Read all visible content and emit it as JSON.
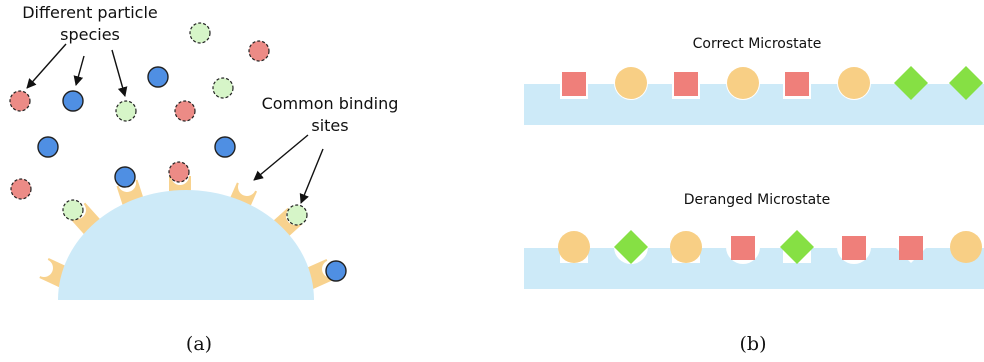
{
  "panel_a": {
    "species_label_line1": "Different particle",
    "species_label_line2": "species",
    "binding_label_line1": "Common binding",
    "binding_label_line2": "sites",
    "caption": "(a)"
  },
  "panel_b": {
    "correct_title": "Correct Microstate",
    "deranged_title": "Deranged Microstate",
    "caption": "(b)",
    "correct_sequence": [
      "square",
      "circle",
      "square",
      "circle",
      "square",
      "circle",
      "diamond",
      "diamond"
    ],
    "correct_sites": [
      "square",
      "circle",
      "square",
      "circle",
      "square",
      "circle",
      "diamond",
      "diamond"
    ],
    "deranged_sequence": [
      "circle",
      "diamond",
      "circle",
      "square",
      "diamond",
      "square",
      "square",
      "circle"
    ],
    "deranged_sites": [
      "square",
      "circle",
      "square",
      "circle",
      "square",
      "circle",
      "diamond",
      "diamond"
    ]
  },
  "colors": {
    "surface": "#cdeaf8",
    "arm": "#f8d28e",
    "red_particle": "#ef7f7a",
    "red_dashed": "#ec8b86",
    "blue_particle": "#4f8fe3",
    "green_particle": "#d6f5c8",
    "circle_particle": "#f8cf85",
    "square_particle": "#ef7f7a",
    "diamond_particle": "#86e044"
  }
}
